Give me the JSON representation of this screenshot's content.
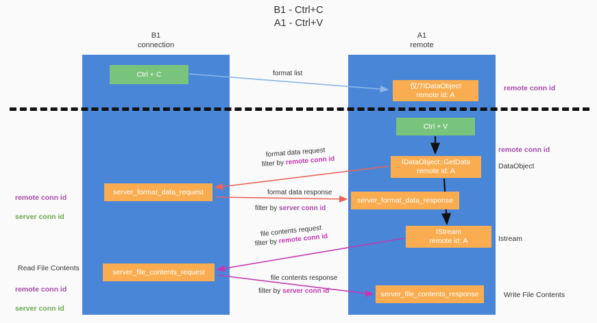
{
  "title": "B1 - Ctrl+C\nA1 - Ctrl+V",
  "columns": {
    "left": "B1\nconnection",
    "right": "A1\nremote"
  },
  "colors": {
    "lane": "#4a86d8",
    "box_orange": "#f9ad50",
    "box_green": "#79c47c",
    "purple": "#a64ca6",
    "green_text": "#6aa84f",
    "magenta_arrow": "#c23ab0",
    "red_arrow": "#e8645a",
    "blue_arrow": "#8ab6e8",
    "background": "#fafafa"
  },
  "boxes": {
    "ctrl_c": "Ctrl + C",
    "idataobject": "仅/7IDataObject\nremote id: A",
    "ctrl_v": "Ctrl + V",
    "getdata": "IDataObject::GetData\nremote id: A",
    "server_format_data_request": "server_format_data_request",
    "server_format_data_response": "server_format_data_response",
    "istream": "IStream\nremote id: A",
    "server_file_contents_request": "server_file_contents_request",
    "server_file_contents_response": "server_file_contents_response"
  },
  "side_labels": {
    "remote_conn_id_top": "remote conn id",
    "remote_conn_id_mid": "remote conn id",
    "dataobject": "DataObject",
    "istream": "Istream",
    "write_file_contents": "Write File Contents",
    "read_file_contents": "Read File Contents",
    "left_remote_conn_id": "remote conn id",
    "left_server_conn_id": "server conn id",
    "left_remote_conn_id_2": "remote conn id",
    "left_server_conn_id_2": "server conn id"
  },
  "arrow_labels": {
    "format_list": "format list",
    "format_data_request": "format data request",
    "format_data_request_filter_prefix": "filter by ",
    "format_data_request_filter_key": "remote conn id",
    "format_data_response": "format data response",
    "format_data_response_filter_prefix": "filter by ",
    "format_data_response_filter_key": "server conn id",
    "file_contents_request": "file contents request",
    "file_contents_request_filter_prefix": "filter by ",
    "file_contents_request_filter_key": "remote conn id",
    "file_contents_response": "file contents response",
    "file_contents_response_filter_prefix": "filter by ",
    "file_contents_response_filter_key": "server conn id"
  }
}
